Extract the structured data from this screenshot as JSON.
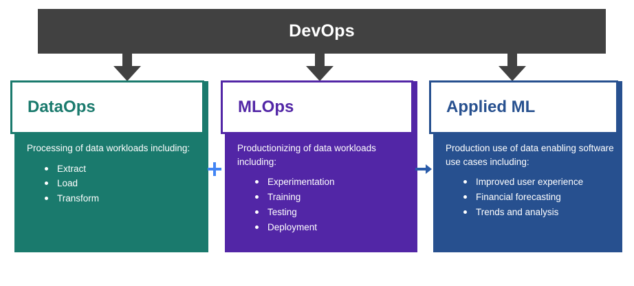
{
  "diagram": {
    "type": "flow-hierarchy",
    "top": {
      "label": "DevOps",
      "bg_color": "#414141",
      "text_color": "#ffffff"
    },
    "arrows_down": [
      {
        "name": "arrow-to-dataops"
      },
      {
        "name": "arrow-to-mlops"
      },
      {
        "name": "arrow-to-applied-ml"
      }
    ],
    "columns": [
      {
        "id": "dataops",
        "title": "DataOps",
        "color": "#1a7a6d",
        "intro": "Processing of data workloads including:",
        "items": [
          "Extract",
          "Load",
          "Transform"
        ]
      },
      {
        "id": "mlops",
        "title": "MLOps",
        "color": "#5226a6",
        "intro": "Productionizing of data workloads including:",
        "items": [
          "Experimentation",
          "Training",
          "Testing",
          "Deployment"
        ]
      },
      {
        "id": "applied-ml",
        "title": "Applied ML",
        "color": "#27508f",
        "intro": "Production use of data enabling software use cases including:",
        "items": [
          "Improved user experience",
          "Financial forecasting",
          "Trends and analysis"
        ]
      }
    ],
    "connectors": [
      {
        "id": "plus",
        "glyph": "+",
        "color": "#4285f4",
        "between": "dataops-mlops"
      },
      {
        "id": "arrow-right",
        "glyph": "→",
        "color": "#2a5caa",
        "between": "mlops-applied-ml"
      }
    ]
  }
}
